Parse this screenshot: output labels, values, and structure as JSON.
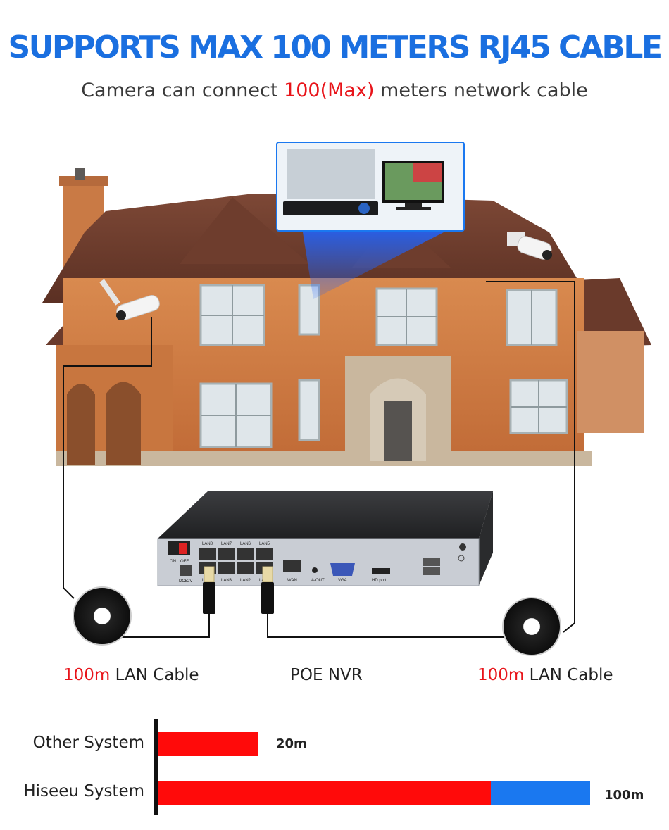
{
  "header": {
    "title": "SUPPORTS MAX 100 METERS RJ45 CABLE",
    "subtitle_pre": "Camera can connect ",
    "subtitle_hl": "100(Max)",
    "subtitle_post": " meters network cable"
  },
  "nvr_ports": {
    "top": [
      "LAN8",
      "LAN7",
      "LAN6",
      "LAN5"
    ],
    "bottom": [
      "LAN4",
      "LAN3",
      "LAN2",
      "LAN1"
    ],
    "power": "DC52V",
    "switch": [
      "ON",
      "OFF"
    ],
    "wan": "WAN",
    "aout": "A-OUT",
    "vga": "VGA",
    "hd": "HD port"
  },
  "captions": {
    "left_hl": "100m",
    "left_rest": " LAN Cable",
    "center": "POE NVR",
    "right_hl": "100m",
    "right_rest": " LAN Cable"
  },
  "comparison": {
    "rows": [
      {
        "label": "Other System",
        "value_label": "20m",
        "value": 20
      },
      {
        "label": "Hiseeu System",
        "value_label": "100m",
        "value": 100
      }
    ],
    "max": 100,
    "colors": {
      "primary": "#ff0a0a",
      "secondary": "#1a78f0"
    }
  }
}
